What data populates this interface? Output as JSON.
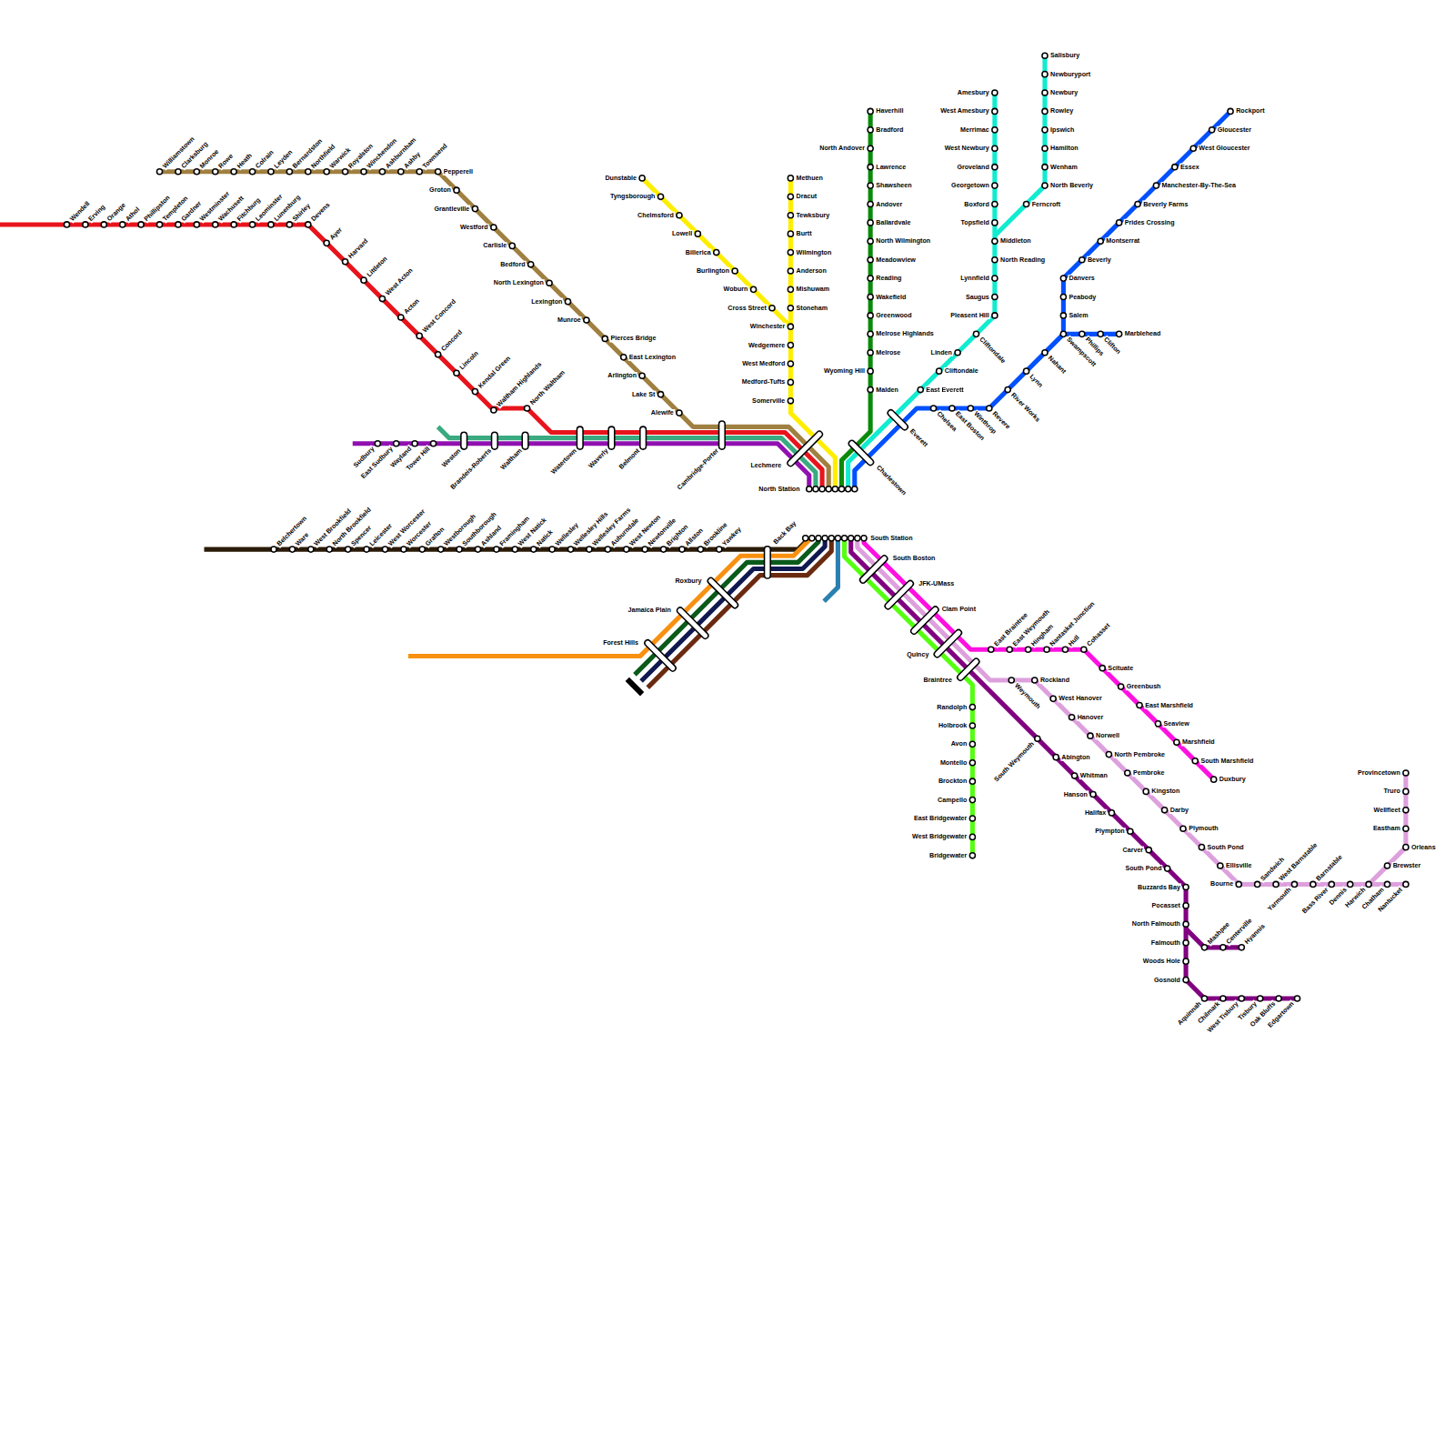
{
  "diagram": {
    "labels": [
      "Wendell",
      "Erving",
      "Orange",
      "Athol",
      "Phillipston",
      "Templeton",
      "Gardner",
      "Westminster",
      "Wachusett",
      "Fitchburg",
      "Leominster",
      "Lunenburg",
      "Shirley",
      "Devens",
      "Ayer",
      "Harvard",
      "Littleton",
      "West Acton",
      "Acton",
      "West Concord",
      "Concord",
      "Lincoln",
      "Kendal Green",
      "Waltham Highlands",
      "North Waltham",
      "Sudbury",
      "East Sudbury",
      "Wayland",
      "Tower Hill",
      "Weston",
      "Brandeis-Roberts",
      "Waltham",
      "Watertown",
      "Waverly",
      "Belmont",
      "Cambridge-Porter",
      "Williamstown",
      "Clarksburg",
      "Monroe",
      "Rowe",
      "Heath",
      "Colrain",
      "Leyden",
      "Bernardston",
      "Northfield",
      "Warwick",
      "Royalston",
      "Winchendon",
      "Ashburnham",
      "Ashby",
      "Townsend",
      "Pepperell",
      "Groton",
      "Grantleville",
      "Westford",
      "Carlisle",
      "Bedford",
      "North Lexington",
      "Lexington",
      "Munroe",
      "Pierces Bridge",
      "East Lexington",
      "Arlington",
      "Lake St",
      "Alewife",
      "Dunstable",
      "Tyngsborough",
      "Chelmsford",
      "Lowell",
      "Billerica",
      "Burlington",
      "Woburn",
      "Cross Street",
      "Methuen",
      "Dracut",
      "Tewksbury",
      "Burtt",
      "Wilmington",
      "Anderson",
      "Mishuwam",
      "Stoneham",
      "Winchester",
      "Wedgemere",
      "West Medford",
      "Medford-Tufts",
      "Somerville",
      "Lechmere",
      "North Station",
      "Haverhill",
      "Bradford",
      "North Andover",
      "Lawrence",
      "Shawsheen",
      "Andover",
      "Ballardvale",
      "North Wilmington",
      "Meadowview",
      "Reading",
      "Wakefield",
      "Greenwood",
      "Melrose Highlands",
      "Melrose",
      "Wyoming Hill",
      "Malden",
      "Charlestown",
      "Everett",
      "Amesbury",
      "West Amesbury",
      "Merrimac",
      "West Newbury",
      "Groveland",
      "Georgetown",
      "Boxford",
      "Topsfield",
      "Middleton",
      "North Reading",
      "Lynnfield",
      "Saugus",
      "Pleasent Hill",
      "Salisbury",
      "Newburyport",
      "Newbury",
      "Rowley",
      "Ipswich",
      "Hamilton",
      "Wenham",
      "North Beverly",
      "Ferncroft",
      "Cliftondale",
      "Linden",
      "Cliftondale",
      "East Everett",
      "Rockport",
      "Gloucester",
      "West Gloucester",
      "Essex",
      "Manchester-By-The-Sea",
      "Beverly Farms",
      "Prides Crossing",
      "Montserrat",
      "Beverly",
      "Danvers",
      "Peabody",
      "Salem",
      "Swampscott",
      "Phillips",
      "Clifton",
      "Marblehead",
      "Nahant",
      "Lynn",
      "River Works",
      "Revere",
      "Winthrop",
      "East Boston",
      "Chelsea",
      "Belchertown",
      "Ware",
      "West Brookfield",
      "North Brookfield",
      "Spencer",
      "Leicester",
      "West Worcester",
      "Worcester",
      "Grafton",
      "Westborough",
      "Southborough",
      "Ashland",
      "Framingham",
      "West Natick",
      "Natick",
      "Wellesley",
      "Wellesley Hills",
      "Wellesley Farms",
      "Auburndale",
      "West Newton",
      "Newtonville",
      "Brighton",
      "Allston",
      "Brookline",
      "Yawkey",
      "Back Bay",
      "South Station",
      "Forest Hills",
      "Jamaica Plain",
      "Roxbury",
      "South Boston",
      "JFK-UMass",
      "Clam Point",
      "Quincy",
      "Braintree",
      "East Braintree",
      "East Weymouth",
      "Hingham",
      "Nantasket Junction",
      "Hull",
      "Cohasset",
      "Scituate",
      "Greenbush",
      "East Marshfield",
      "Seaview",
      "Marshfield",
      "South Marshfield",
      "Duxbury",
      "Randolph",
      "Holbrook",
      "Avon",
      "Montello",
      "Brockton",
      "Campello",
      "East Bridgewater",
      "West Bridgewater",
      "Bridgewater",
      "Weymouth",
      "Rockland",
      "West Hanover",
      "Hanover",
      "Norwell",
      "North Pembroke",
      "Pembroke",
      "Kingston",
      "Darby",
      "Plymouth",
      "South Pond",
      "Ellisville",
      "Bourne",
      "Sandwich",
      "West Barnstable",
      "Yarmouth",
      "Barnstable",
      "Bass River",
      "Dennis",
      "Harwich",
      "Chatham",
      "Nantucket",
      "Brewster",
      "Orleans",
      "Eastham",
      "Wellfleet",
      "Truro",
      "Provincetown",
      "South Weymouth",
      "Abington",
      "Whitman",
      "Hanson",
      "Halifax",
      "Plympton",
      "Carver",
      "South Pond",
      "Buzzards Bay",
      "Pocasset",
      "North Falmouth",
      "Falmouth",
      "Woods Hole",
      "Gosnold",
      "Aquinnah",
      "Chilmark",
      "West Tisbury",
      "Tisbury",
      "Oak Bluffs",
      "Edgartown",
      "Mashpee",
      "Centerville",
      "Hyannis"
    ]
  }
}
